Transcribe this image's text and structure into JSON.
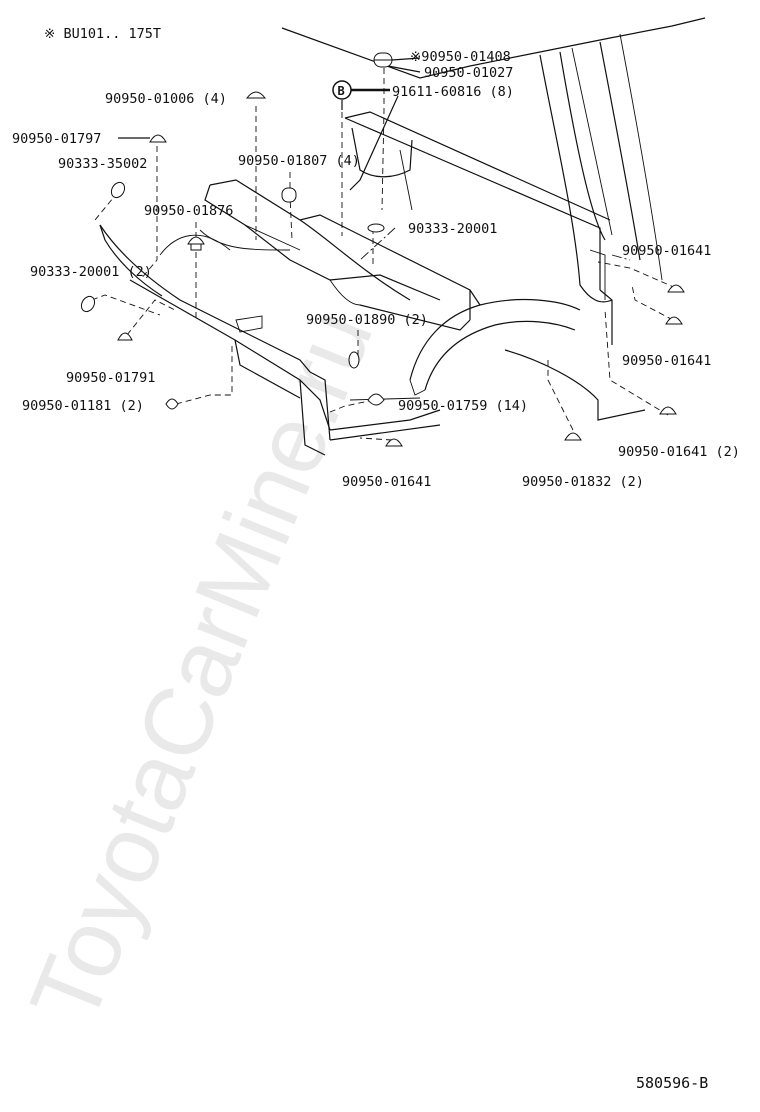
{
  "header_note": "※  BU101.. 175T",
  "watermark": "ToyotaCarMine.ru",
  "callout_letter": "B",
  "figure_code": "580596-B",
  "parts": [
    {
      "id": "p01",
      "text": "※90950-01408"
    },
    {
      "id": "p02",
      "text": "90950-01027"
    },
    {
      "id": "p03",
      "text": "91611-60816 (8)"
    },
    {
      "id": "p04",
      "text": "90950-01006 (4)"
    },
    {
      "id": "p05",
      "text": "90950-01797"
    },
    {
      "id": "p06",
      "text": "90333-35002"
    },
    {
      "id": "p07",
      "text": "90950-01807 (4)"
    },
    {
      "id": "p08",
      "text": "90950-01876"
    },
    {
      "id": "p09",
      "text": "90333-20001"
    },
    {
      "id": "p10",
      "text": "90950-01641"
    },
    {
      "id": "p11",
      "text": "90333-20001 (2)"
    },
    {
      "id": "p12",
      "text": "90950-01890 (2)"
    },
    {
      "id": "p13",
      "text": "90950-01641"
    },
    {
      "id": "p14",
      "text": "90950-01791"
    },
    {
      "id": "p15",
      "text": "90950-01181 (2)"
    },
    {
      "id": "p16",
      "text": "90950-01759 (14)"
    },
    {
      "id": "p17",
      "text": "90950-01641 (2)"
    },
    {
      "id": "p18",
      "text": "90950-01641"
    },
    {
      "id": "p19",
      "text": "90950-01832 (2)"
    }
  ]
}
